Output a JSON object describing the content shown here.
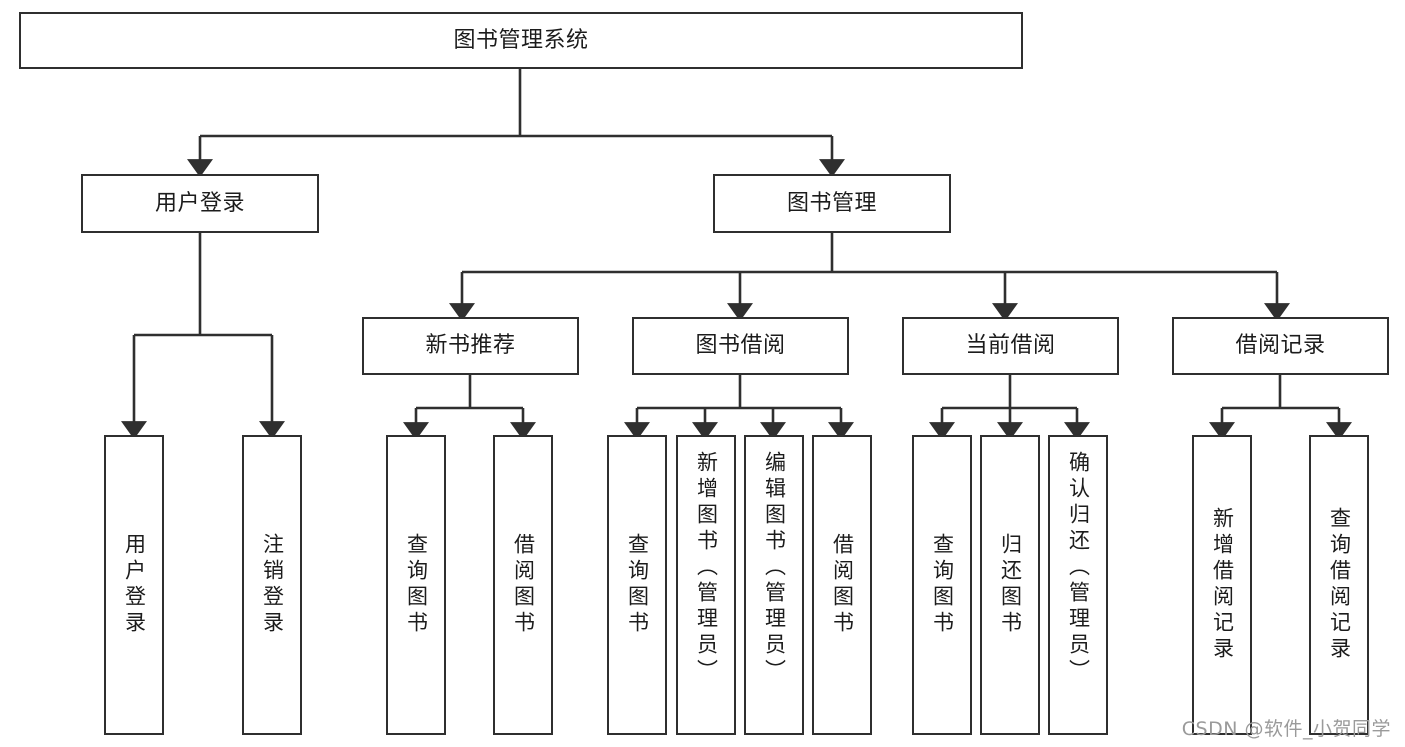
{
  "diagram": {
    "type": "tree-hierarchy",
    "title": "图书管理系统",
    "root": {
      "label": "图书管理系统"
    },
    "level1": [
      {
        "label": "用户登录"
      },
      {
        "label": "图书管理"
      }
    ],
    "level2": [
      {
        "label": "新书推荐"
      },
      {
        "label": "图书借阅"
      },
      {
        "label": "当前借阅"
      },
      {
        "label": "借阅记录"
      }
    ],
    "leaves": {
      "user_login": [
        {
          "label": "用户登录"
        },
        {
          "label": "注销登录"
        }
      ],
      "new_book_recommend": [
        {
          "label": "查询图书"
        },
        {
          "label": "借阅图书"
        }
      ],
      "book_borrow": [
        {
          "label": "查询图书"
        },
        {
          "label": "新增图书（管理员）"
        },
        {
          "label": "编辑图书（管理员）"
        },
        {
          "label": "借阅图书"
        }
      ],
      "current_borrow": [
        {
          "label": "查询图书"
        },
        {
          "label": "归还图书"
        },
        {
          "label": "确认归还（管理员）"
        }
      ],
      "borrow_record": [
        {
          "label": "新增借阅记录"
        },
        {
          "label": "查询借阅记录"
        }
      ]
    },
    "colors": {
      "line": "#2f2f2f",
      "box_fill": "#ffffff",
      "text": "#1c1c1c",
      "watermark": "#9a9a9a"
    }
  },
  "watermark": {
    "text": "CSDN @软件_小贺同学"
  }
}
